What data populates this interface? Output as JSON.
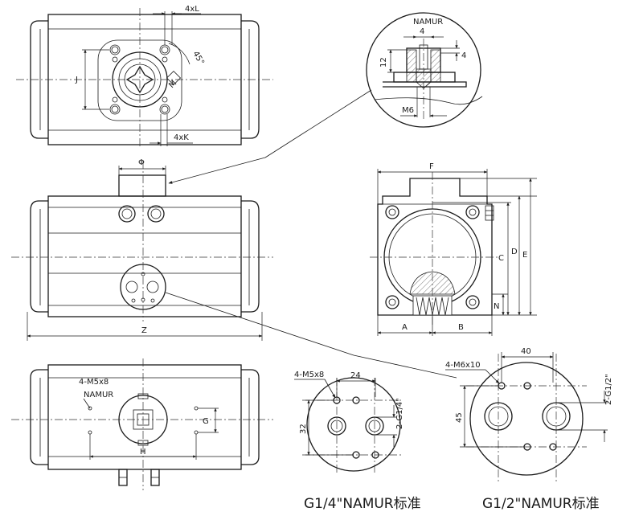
{
  "top_view": {
    "dim_4xL": "4xL",
    "dim_4xK": "4xK",
    "dim_J": "J",
    "dim_M": "M",
    "angle_45": "45°"
  },
  "namur_detail": {
    "title": "NAMUR",
    "dim_4_top": "4",
    "dim_12": "12",
    "dim_4_right": "4",
    "dim_M6": "M6"
  },
  "front_view": {
    "dim_phi": "Φ",
    "dim_Z": "Z"
  },
  "side_view": {
    "dim_F": "F",
    "dim_C": "C",
    "dim_D": "D",
    "dim_E": "E",
    "dim_N": "N",
    "dim_A": "A",
    "dim_B": "B"
  },
  "bottom_view": {
    "note_m5": "4-M5x8",
    "note_namur": "NAMUR",
    "dim_G": "G",
    "dim_H": "H"
  },
  "flange_quarter": {
    "note": "4-M5x8",
    "dim_24": "24",
    "dim_32": "32",
    "dim_thread": "2-G1/4\"",
    "caption": "G1/4\"NAMUR标准"
  },
  "flange_half": {
    "note": "4-M6x10",
    "dim_40": "40",
    "dim_45": "45",
    "dim_thread": "2-G1/2\"",
    "caption": "G1/2\"NAMUR标准"
  },
  "colors": {
    "line": "#1a1a1a",
    "background": "#ffffff",
    "hatch": "#1a1a1a"
  }
}
